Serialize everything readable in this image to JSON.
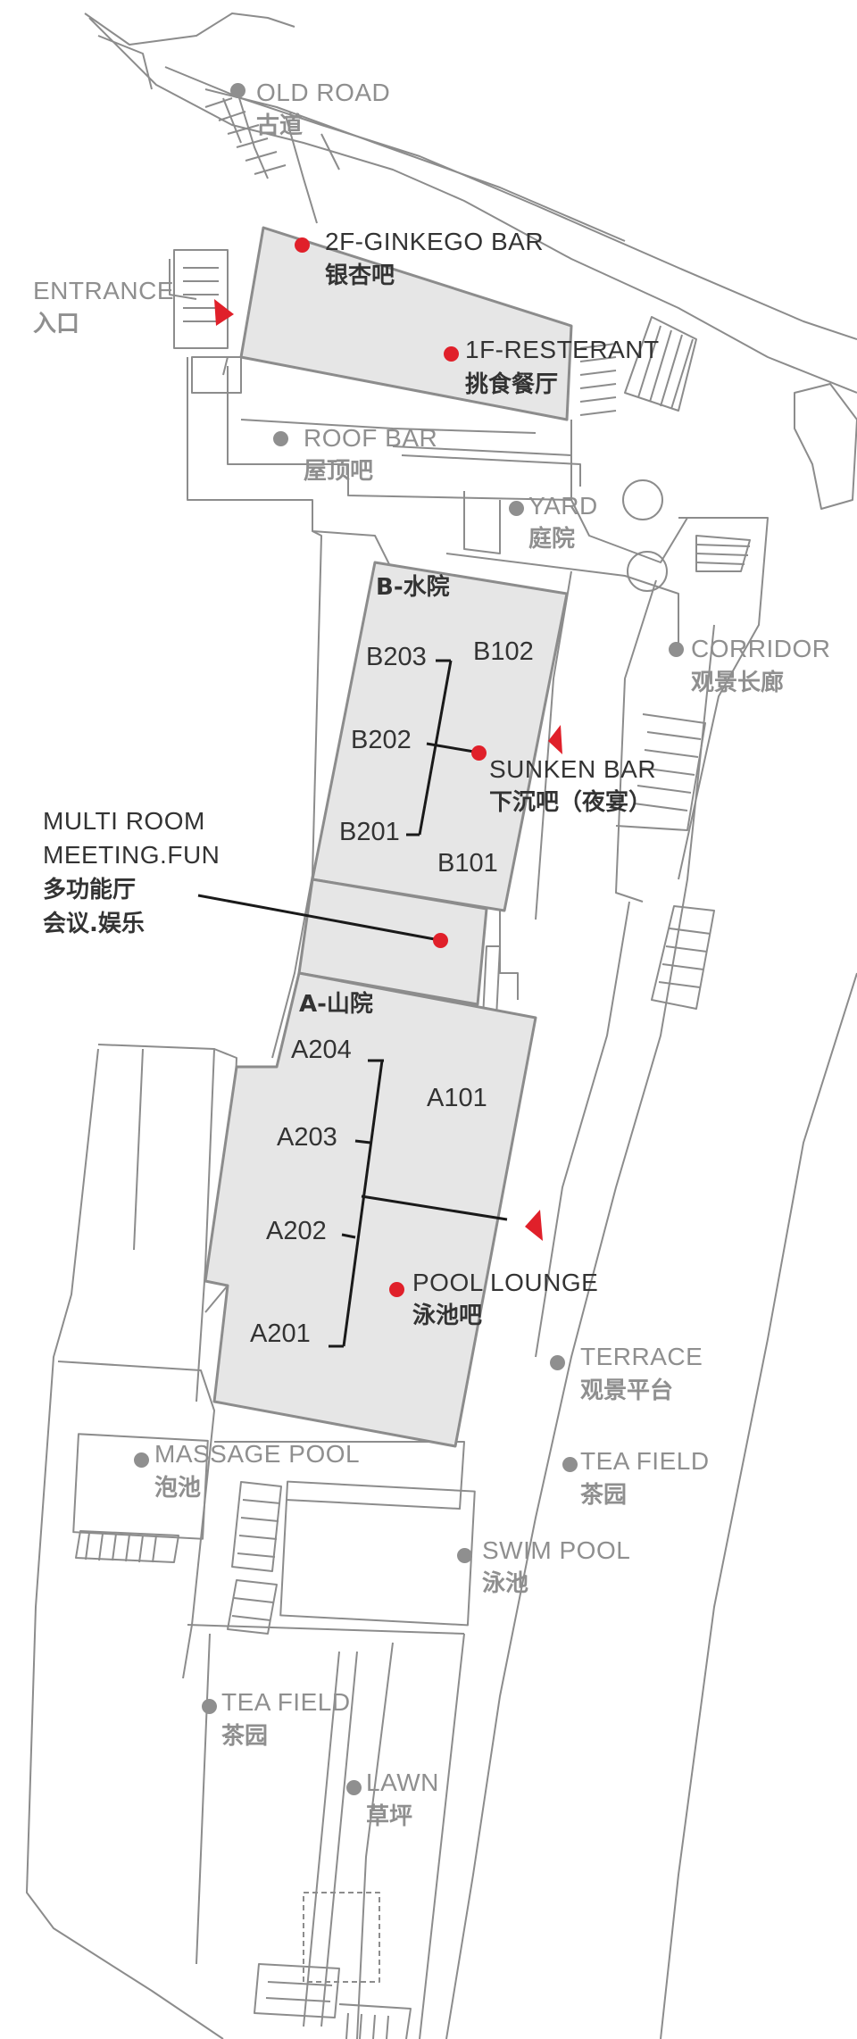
{
  "colors": {
    "outline": "#8c8c8c",
    "fill": "#e6e6e6",
    "marker_red": "#e0202a",
    "marker_gray": "#8f8f8f",
    "text_dark": "#333333",
    "text_gray": "#8f8f8f"
  },
  "places": {
    "old_road": {
      "en": "OLD ROAD",
      "zh": "古道"
    },
    "ginkgo_bar": {
      "en": "2F-GINKEGO BAR",
      "zh": "银杏吧"
    },
    "entrance": {
      "en": "ENTRANCE",
      "zh": "入口"
    },
    "restaurant": {
      "en": "1F-RESTERANT",
      "zh": "挑食餐厅"
    },
    "roof_bar": {
      "en": "ROOF BAR",
      "zh": "屋顶吧"
    },
    "yard": {
      "en": "YARD",
      "zh": "庭院"
    },
    "corridor": {
      "en": "CORRIDOR",
      "zh": "观景长廊"
    },
    "sunken_bar": {
      "en": "SUNKEN BAR",
      "zh": "下沉吧（夜宴）"
    },
    "multi_room": {
      "en1": "MULTI ROOM",
      "en2": "MEETING.FUN",
      "zh1": "多功能厅",
      "zh2": "会议.娱乐"
    },
    "pool_lounge": {
      "en": "POOL LOUNGE",
      "zh": "泳池吧"
    },
    "terrace": {
      "en": "TERRACE",
      "zh": "观景平台"
    },
    "massage_pool": {
      "en": "MASSAGE POOL",
      "zh": "泡池"
    },
    "tea_field_east": {
      "en": "TEA FIELD",
      "zh": "茶园"
    },
    "swim_pool": {
      "en": "SWIM POOL",
      "zh": "泳池"
    },
    "tea_field_west": {
      "en": "TEA FIELD",
      "zh": "茶园"
    },
    "lawn": {
      "en": "LAWN",
      "zh": "草坪"
    }
  },
  "blocks": {
    "b": {
      "name": "B-水院",
      "rooms": [
        "B203",
        "B102",
        "B202",
        "B201",
        "B101"
      ]
    },
    "a": {
      "name": "A-山院",
      "rooms": [
        "A204",
        "A101",
        "A203",
        "A202",
        "A201"
      ]
    }
  }
}
